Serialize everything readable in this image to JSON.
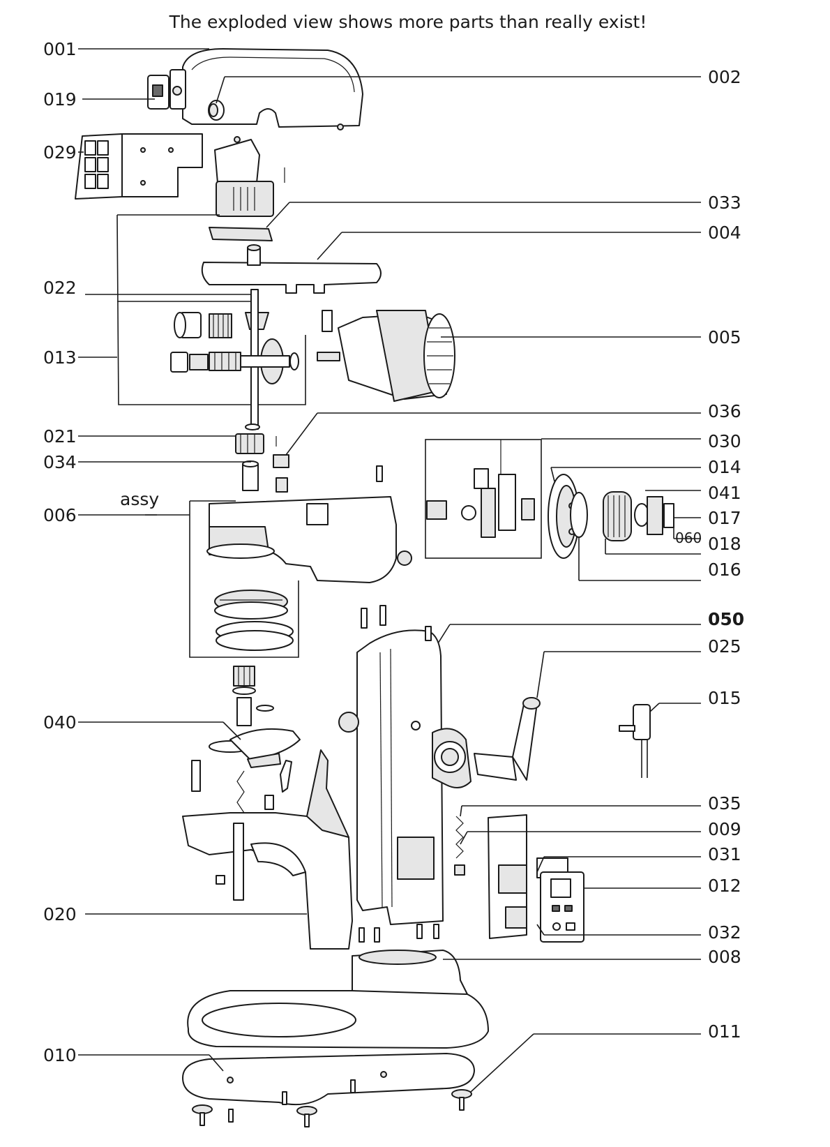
{
  "title": "The exploded view shows more parts than really exist!",
  "assy_label": "assy",
  "callouts": [
    {
      "id": "001",
      "bold": false
    },
    {
      "id": "002",
      "bold": false
    },
    {
      "id": "019",
      "bold": false
    },
    {
      "id": "029",
      "bold": false
    },
    {
      "id": "033",
      "bold": false
    },
    {
      "id": "004",
      "bold": false
    },
    {
      "id": "022",
      "bold": false
    },
    {
      "id": "005",
      "bold": false
    },
    {
      "id": "013",
      "bold": false
    },
    {
      "id": "036",
      "bold": false
    },
    {
      "id": "021",
      "bold": false
    },
    {
      "id": "030",
      "bold": false
    },
    {
      "id": "034",
      "bold": false
    },
    {
      "id": "014",
      "bold": false
    },
    {
      "id": "041",
      "bold": false
    },
    {
      "id": "006",
      "bold": false
    },
    {
      "id": "017",
      "bold": false
    },
    {
      "id": "060",
      "bold": false
    },
    {
      "id": "018",
      "bold": false
    },
    {
      "id": "016",
      "bold": false
    },
    {
      "id": "050",
      "bold": true
    },
    {
      "id": "025",
      "bold": false
    },
    {
      "id": "015",
      "bold": false
    },
    {
      "id": "040",
      "bold": false
    },
    {
      "id": "035",
      "bold": false
    },
    {
      "id": "009",
      "bold": false
    },
    {
      "id": "031",
      "bold": false
    },
    {
      "id": "012",
      "bold": false
    },
    {
      "id": "020",
      "bold": false
    },
    {
      "id": "032",
      "bold": false
    },
    {
      "id": "008",
      "bold": false
    },
    {
      "id": "011",
      "bold": false
    },
    {
      "id": "010",
      "bold": false
    }
  ]
}
